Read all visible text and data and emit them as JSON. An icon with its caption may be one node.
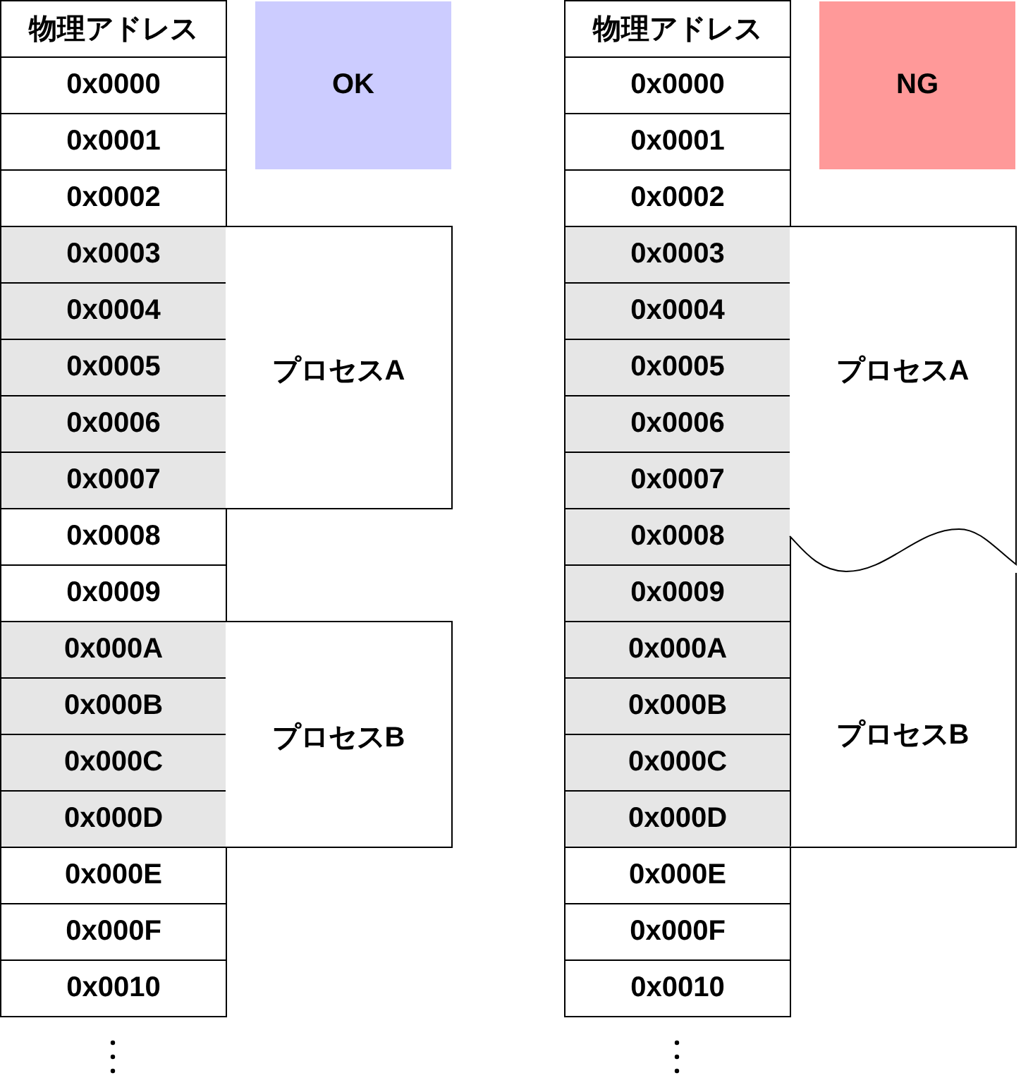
{
  "diagram": {
    "nodes": [
      {
        "text": [
          "物理アドレス"
        ]
      },
      {
        "text": [
          "0x0000"
        ]
      },
      {
        "text": [
          "0x0001"
        ]
      },
      {
        "text": [
          "0x0002"
        ]
      },
      {
        "text": [
          "0x0003"
        ]
      },
      {
        "text": [
          "0x0004"
        ]
      },
      {
        "text": [
          "0x0005"
        ]
      },
      {
        "text": [
          "0x0006"
        ]
      },
      {
        "text": [
          "0x0007"
        ]
      },
      {
        "text": [
          "0x0008"
        ]
      },
      {
        "text": [
          "0x0009"
        ]
      },
      {
        "text": [
          "0x000A"
        ]
      },
      {
        "text": [
          "0x000B"
        ]
      },
      {
        "text": [
          "0x000C"
        ]
      },
      {
        "text": [
          "0x000D"
        ]
      },
      {
        "text": [
          "0x000E"
        ]
      },
      {
        "text": [
          "0x000F"
        ]
      },
      {
        "text": [
          "0x0010"
        ]
      },
      {
        "text": [
          "OK"
        ]
      },
      {
        "text": [
          "プロセスA"
        ]
      },
      {
        "text": [
          "プロセスB"
        ]
      },
      {
        "text": [
          "物理アドレス"
        ]
      },
      {
        "text": [
          "0x0000"
        ]
      },
      {
        "text": [
          "0x0001"
        ]
      },
      {
        "text": [
          "0x0002"
        ]
      },
      {
        "text": [
          "0x0003"
        ]
      },
      {
        "text": [
          "0x0004"
        ]
      },
      {
        "text": [
          "0x0005"
        ]
      },
      {
        "text": [
          "0x0006"
        ]
      },
      {
        "text": [
          "0x0007"
        ]
      },
      {
        "text": [
          "0x0008"
        ]
      },
      {
        "text": [
          "0x0009"
        ]
      },
      {
        "text": [
          "0x000A"
        ]
      },
      {
        "text": [
          "0x000B"
        ]
      },
      {
        "text": [
          "0x000C"
        ]
      },
      {
        "text": [
          "0x000D"
        ]
      },
      {
        "text": [
          "0x000E"
        ]
      },
      {
        "text": [
          "0x000F"
        ]
      },
      {
        "text": [
          "0x0010"
        ]
      },
      {
        "text": [
          "NG"
        ]
      },
      {
        "text": [
          "プロセスA"
        ]
      },
      {
        "text": [
          "プロセスB"
        ]
      }
    ]
  }
}
